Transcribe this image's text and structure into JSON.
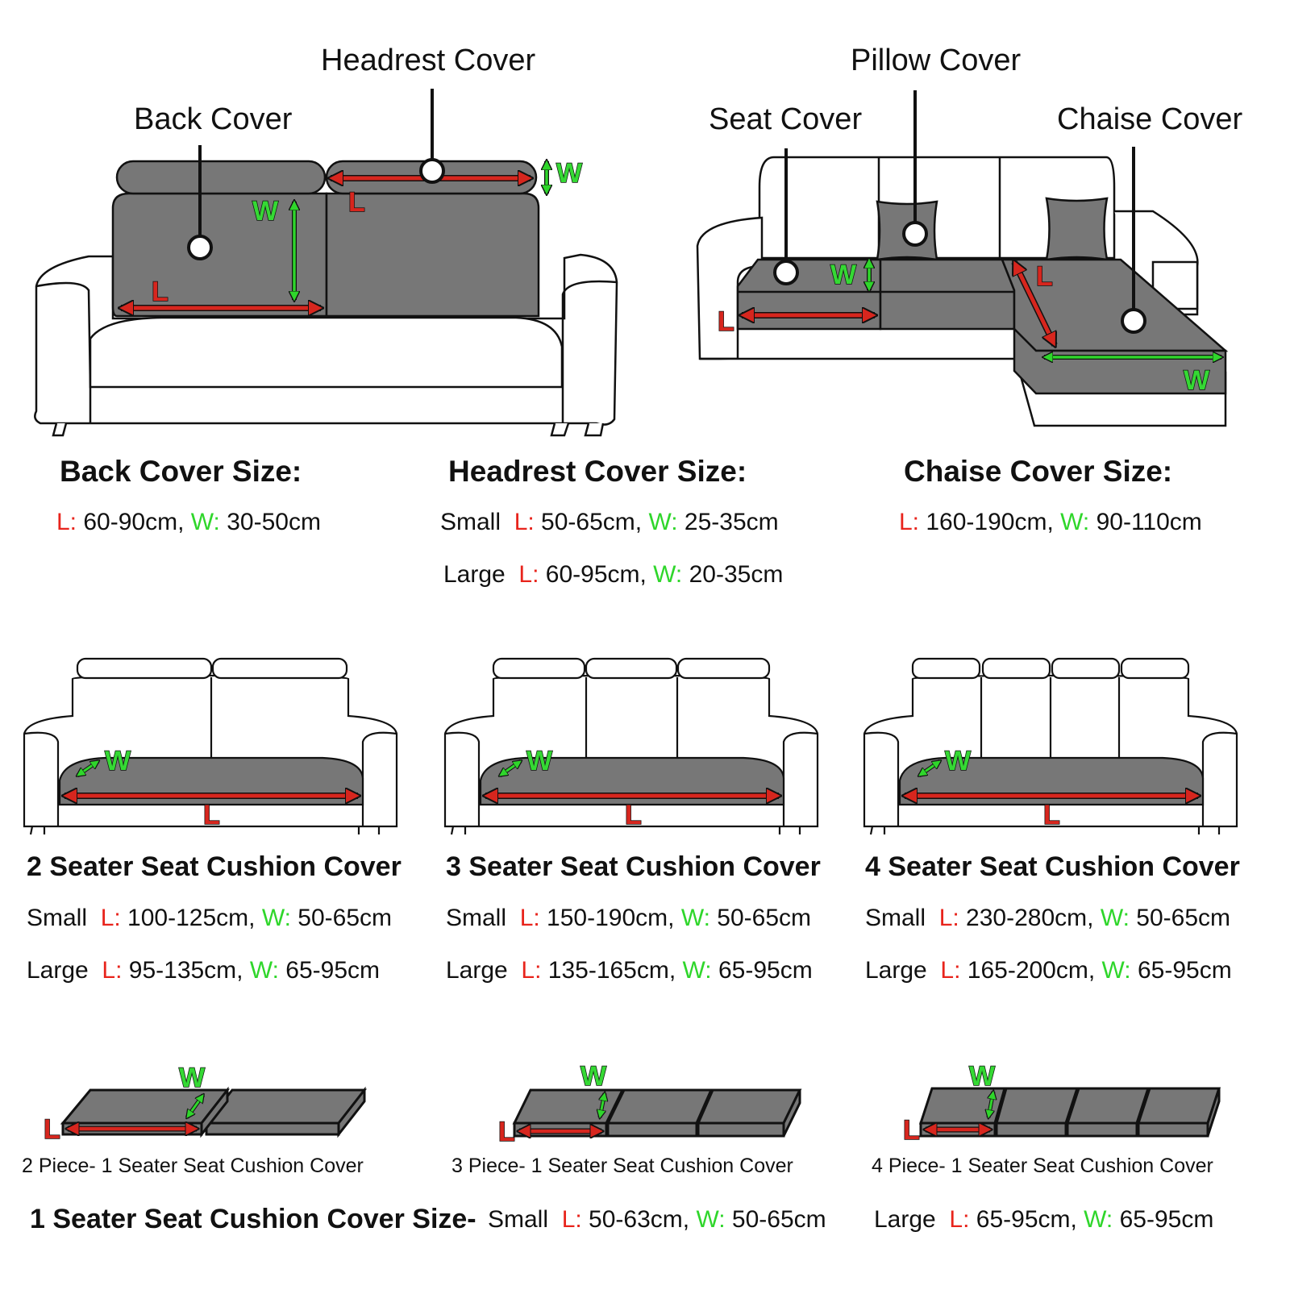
{
  "callouts": {
    "back_cover": "Back Cover",
    "headrest_cover": "Headrest Cover",
    "pillow_cover": "Pillow Cover",
    "seat_cover": "Seat Cover",
    "chaise_cover": "Chaise Cover"
  },
  "dimension_letters": {
    "length": "L",
    "width": "W"
  },
  "back_size": {
    "title": "Back Cover Size:",
    "l_label": "L:",
    "l_value": " 60-90cm,",
    "w_label": " W:",
    "w_value": " 30-50cm"
  },
  "headrest_size": {
    "title": "Headrest Cover Size:",
    "rows": [
      {
        "size": "Small",
        "l_label": "L:",
        "l_value": " 50-65cm,",
        "w_label": " W:",
        "w_value": " 25-35cm"
      },
      {
        "size": "Large",
        "l_label": "L:",
        "l_value": " 60-95cm,",
        "w_label": " W:",
        "w_value": " 20-35cm"
      }
    ]
  },
  "chaise_size": {
    "title": "Chaise Cover Size:",
    "l_label": "L:",
    "l_value": " 160-190cm,",
    "w_label": " W:",
    "w_value": " 90-110cm"
  },
  "seaters": [
    {
      "title": "2 Seater Seat Cushion Cover",
      "rows": [
        {
          "size": "Small",
          "l_label": "L:",
          "l_value": " 100-125cm,",
          "w_label": " W:",
          "w_value": " 50-65cm"
        },
        {
          "size": "Large",
          "l_label": "L:",
          "l_value": " 95-135cm,",
          "w_label": " W:",
          "w_value": " 65-95cm"
        }
      ]
    },
    {
      "title": "3 Seater Seat Cushion Cover",
      "rows": [
        {
          "size": "Small",
          "l_label": "L:",
          "l_value": " 150-190cm,",
          "w_label": " W:",
          "w_value": " 50-65cm"
        },
        {
          "size": "Large",
          "l_label": "L:",
          "l_value": " 135-165cm,",
          "w_label": " W:",
          "w_value": " 65-95cm"
        }
      ]
    },
    {
      "title": "4 Seater Seat Cushion Cover",
      "rows": [
        {
          "size": "Small",
          "l_label": "L:",
          "l_value": " 230-280cm,",
          "w_label": " W:",
          "w_value": " 50-65cm"
        },
        {
          "size": "Large",
          "l_label": "L:",
          "l_value": " 165-200cm,",
          "w_label": " W:",
          "w_value": " 65-95cm"
        }
      ]
    }
  ],
  "piece_captions": [
    "2 Piece- 1 Seater Seat Cushion Cover",
    "3 Piece- 1 Seater Seat Cushion Cover",
    "4 Piece- 1 Seater Seat Cushion Cover"
  ],
  "one_seater": {
    "title": "1 Seater Seat Cushion Cover Size-",
    "small": {
      "size": "Small",
      "l_label": "L:",
      "l_value": " 50-63cm,",
      "w_label": " W:",
      "w_value": " 50-65cm"
    },
    "large": {
      "size": "Large",
      "l_label": "L:",
      "l_value": " 65-95cm,",
      "w_label": " W:",
      "w_value": " 65-95cm"
    }
  },
  "colors": {
    "cover_gray": "#777777",
    "length_red": "#e8241c",
    "width_green": "#2fd62b",
    "outline": "#111111"
  }
}
